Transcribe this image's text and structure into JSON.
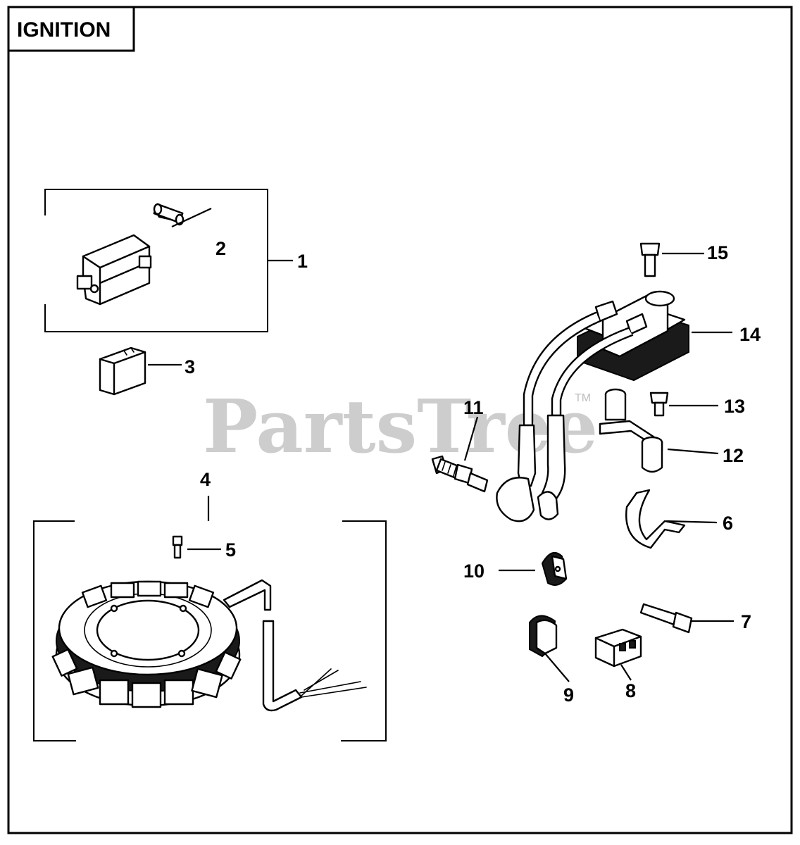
{
  "title": "IGNITION",
  "watermark": {
    "text": "PartsTree",
    "trademark": "TM"
  },
  "callouts": [
    {
      "id": "1",
      "label": "1"
    },
    {
      "id": "2",
      "label": "2"
    },
    {
      "id": "3",
      "label": "3"
    },
    {
      "id": "4",
      "label": "4"
    },
    {
      "id": "5",
      "label": "5"
    },
    {
      "id": "6",
      "label": "6"
    },
    {
      "id": "7",
      "label": "7"
    },
    {
      "id": "8",
      "label": "8"
    },
    {
      "id": "9",
      "label": "9"
    },
    {
      "id": "10",
      "label": "10"
    },
    {
      "id": "11",
      "label": "11"
    },
    {
      "id": "12",
      "label": "12"
    },
    {
      "id": "13",
      "label": "13"
    },
    {
      "id": "14",
      "label": "14"
    },
    {
      "id": "15",
      "label": "15"
    }
  ],
  "colors": {
    "ink": "#000000",
    "paper": "#ffffff",
    "watermark": "#bdbdbd"
  }
}
